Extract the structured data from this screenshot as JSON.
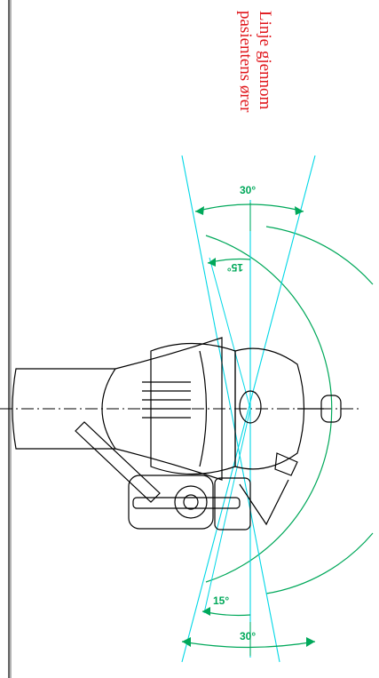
{
  "annotation": {
    "line1": "Linje gjennom",
    "line2": "pasientens ører"
  },
  "angles": {
    "top_outer": "30°",
    "top_inner": "15°",
    "bottom_inner": "15°",
    "bottom_outer": "30°"
  },
  "colors": {
    "text_red": "#e0161b",
    "angle_green": "#00a85a",
    "cyan_lines": "#00d7e6",
    "outline": "#000000"
  }
}
